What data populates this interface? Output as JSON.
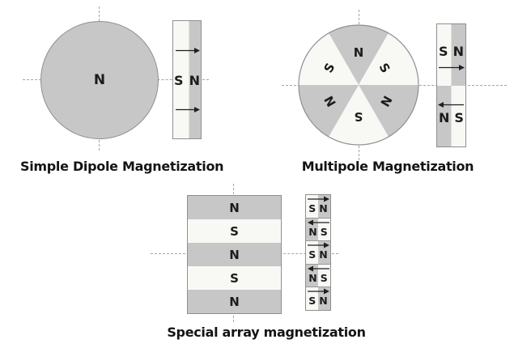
{
  "colors": {
    "background": "#ffffff",
    "magnet_gray": "#c7c7c8",
    "magnet_light": "#f8f8f5",
    "outline": "#8f8f8f",
    "dashed_line": "#a3a3a3",
    "text": "#1c1c1c",
    "arrow": "#1f1f1f"
  },
  "dipole": {
    "caption": "Simple Dipole Magnetization",
    "circle_label": "N",
    "bar": {
      "left_label": "S",
      "right_label": "N",
      "arrows": [
        "right",
        "right"
      ]
    }
  },
  "multipole": {
    "caption": "Multipole Magnetization",
    "sectors": [
      {
        "position": "top",
        "label": "N",
        "color": "#c7c7c8"
      },
      {
        "position": "upper-right",
        "label": "S",
        "color": "#f8f8f5"
      },
      {
        "position": "lower-right",
        "label": "N",
        "color": "#c7c7c8"
      },
      {
        "position": "bottom",
        "label": "S",
        "color": "#f8f8f5"
      },
      {
        "position": "lower-left",
        "label": "N",
        "color": "#c7c7c8"
      },
      {
        "position": "upper-left",
        "label": "S",
        "color": "#f8f8f5"
      }
    ],
    "bar_top": {
      "left_label": "S",
      "right_label": "N",
      "arrow": "right"
    },
    "bar_bottom": {
      "left_label": "N",
      "right_label": "S",
      "arrow": "left"
    }
  },
  "array": {
    "caption": "Special array magnetization",
    "stripes": [
      {
        "label": "N",
        "fill": "gray"
      },
      {
        "label": "S",
        "fill": "light"
      },
      {
        "label": "N",
        "fill": "gray"
      },
      {
        "label": "S",
        "fill": "light"
      },
      {
        "label": "N",
        "fill": "gray"
      }
    ],
    "cells": [
      {
        "left_label": "S",
        "right_label": "N",
        "arrow": "right"
      },
      {
        "left_label": "N",
        "right_label": "S",
        "arrow": "left"
      },
      {
        "left_label": "S",
        "right_label": "N",
        "arrow": "right"
      },
      {
        "left_label": "N",
        "right_label": "S",
        "arrow": "left"
      },
      {
        "left_label": "S",
        "right_label": "N",
        "arrow": "right"
      }
    ]
  }
}
